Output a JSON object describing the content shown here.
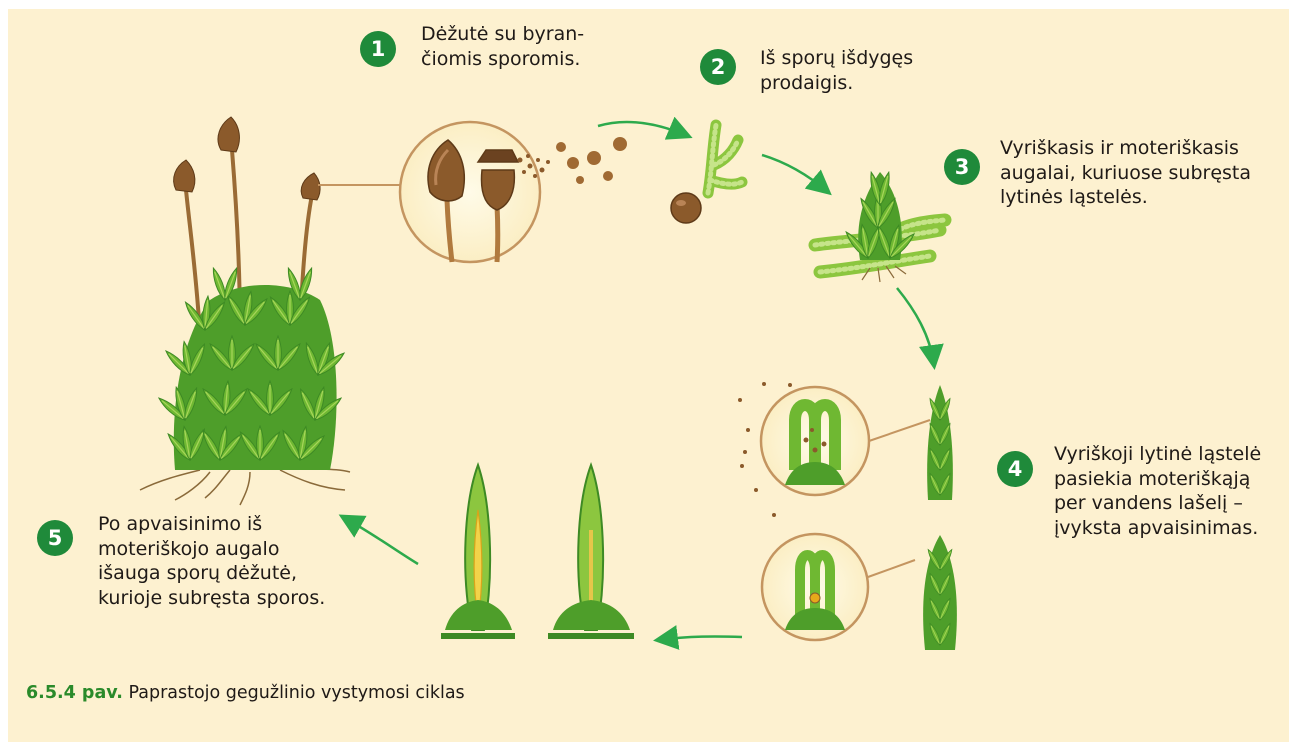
{
  "figure": {
    "label": "6.5.4 pav.",
    "caption": "Paprastojo gegužlinio vystymosi ciklas"
  },
  "steps": [
    {
      "number": "1",
      "lines": [
        "Dėžutė su byran-",
        "čiomis sporomis."
      ]
    },
    {
      "number": "2",
      "lines": [
        "Iš sporų išdygęs",
        "prodaigis."
      ]
    },
    {
      "number": "3",
      "lines": [
        "Vyriškasis ir moteriškasis",
        "augalai, kuriuose subręsta",
        "lytinės ląstelės."
      ]
    },
    {
      "number": "4",
      "lines": [
        "Vyriškoji lytinė ląstelė",
        "pasiekia moteriškąją",
        "per vandens lašelį –",
        "įvyksta apvaisinimas."
      ]
    },
    {
      "number": "5",
      "lines": [
        "Po apvaisinimo iš",
        "moteriškojo augalo",
        "išauga sporų dėžutė,",
        "kurioje subręsta sporos."
      ]
    }
  ],
  "colors": {
    "background": "#fdf1d0",
    "badge": "#1f8a3a",
    "arrow": "#2daa4c",
    "moss_dark": "#3d8a24",
    "moss_light": "#8cc63f",
    "capsule": "#8b5a2b",
    "caption_label": "#2a8a2a"
  },
  "icons": [
    "moss-plant",
    "spore-capsule",
    "spore",
    "protonema",
    "arrow"
  ]
}
